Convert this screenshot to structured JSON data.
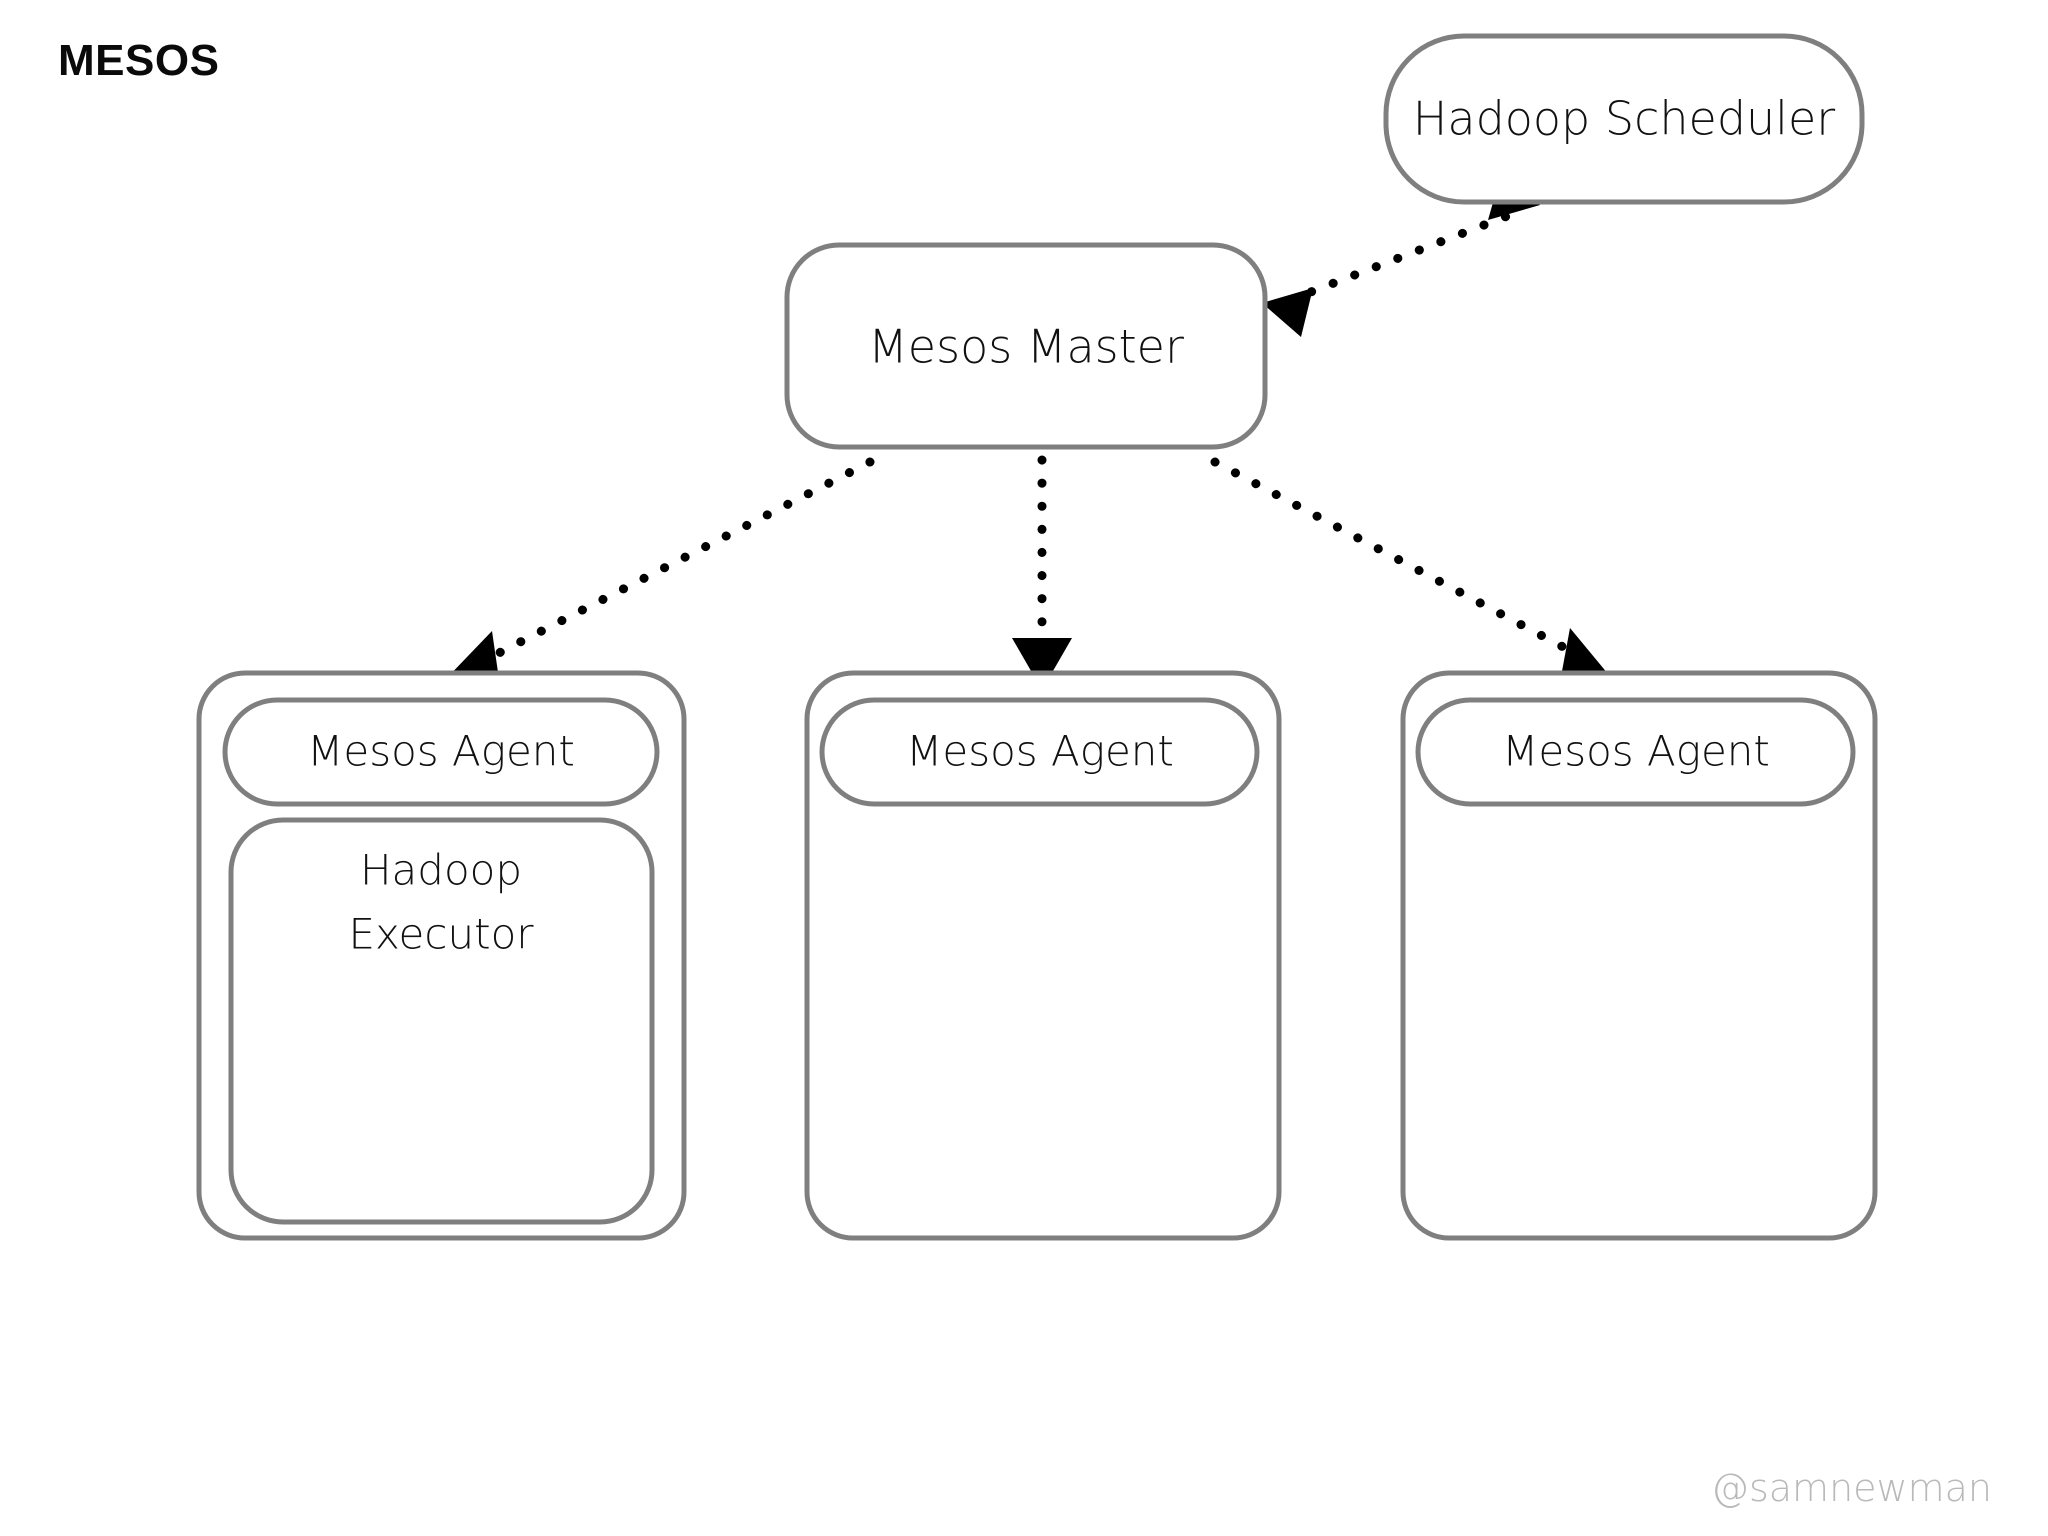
{
  "slide": {
    "title": "MESOS",
    "watermark": "@samnewman",
    "background_color": "#ffffff",
    "node_stroke_color": "#7f7f7f",
    "link_color": "#000000",
    "text_color": "#111111",
    "watermark_color": "#b9b9b9"
  },
  "nodes": {
    "scheduler": {
      "label": "Hadoop Scheduler"
    },
    "master": {
      "label": "Mesos Master"
    },
    "agent_left": {
      "label": "Mesos Agent"
    },
    "agent_middle": {
      "label": "Mesos Agent"
    },
    "agent_right": {
      "label": "Mesos Agent"
    },
    "executor": {
      "label": "Hadoop",
      "label_line2": "Executor"
    }
  },
  "connections": [
    {
      "name": "master-to-scheduler",
      "from": "Mesos Master",
      "to": "Hadoop Scheduler",
      "style": "dotted",
      "direction": "bidirectional"
    },
    {
      "name": "master-to-agent-left",
      "from": "Mesos Master",
      "to": "Mesos Agent",
      "style": "dotted",
      "direction": "forward"
    },
    {
      "name": "master-to-agent-middle",
      "from": "Mesos Master",
      "to": "Mesos Agent",
      "style": "dotted",
      "direction": "forward"
    },
    {
      "name": "master-to-agent-right",
      "from": "Mesos Master",
      "to": "Mesos Agent",
      "style": "dotted",
      "direction": "forward"
    }
  ]
}
